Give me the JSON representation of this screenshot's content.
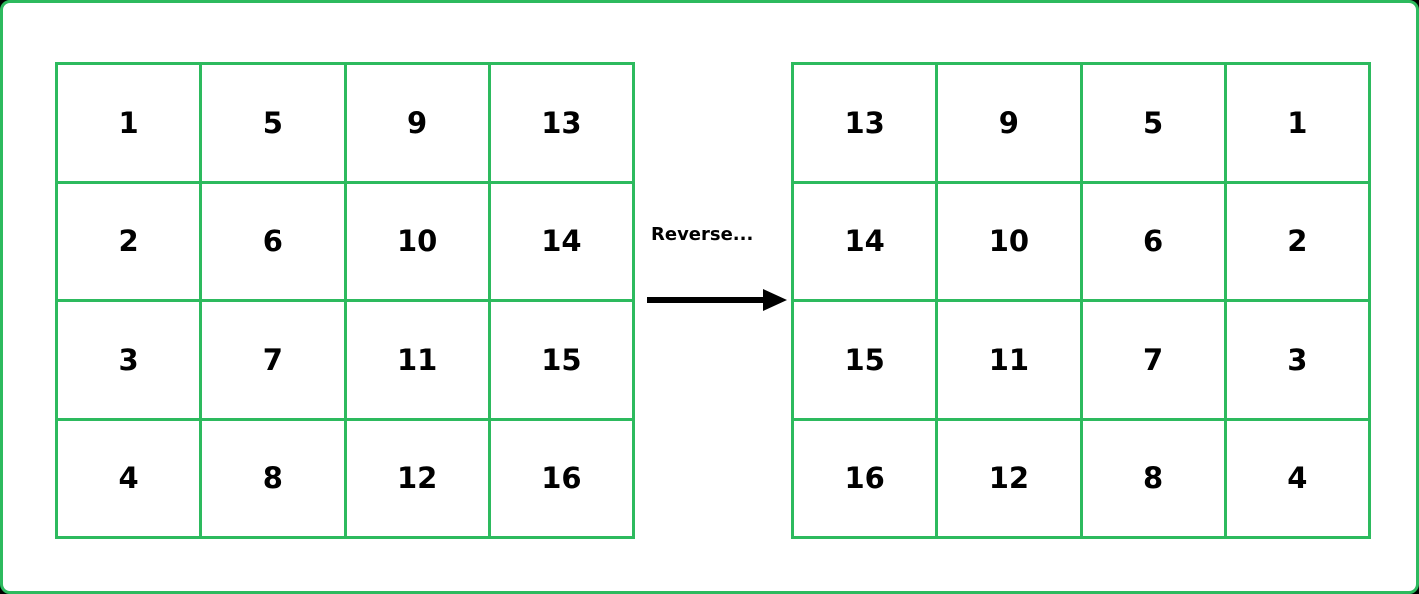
{
  "left_matrix": [
    [
      "1",
      "5",
      "9",
      "13"
    ],
    [
      "2",
      "6",
      "10",
      "14"
    ],
    [
      "3",
      "7",
      "11",
      "15"
    ],
    [
      "4",
      "8",
      "12",
      "16"
    ]
  ],
  "right_matrix": [
    [
      "13",
      "9",
      "5",
      "1"
    ],
    [
      "14",
      "10",
      "6",
      "2"
    ],
    [
      "15",
      "11",
      "7",
      "3"
    ],
    [
      "16",
      "12",
      "8",
      "4"
    ]
  ],
  "arrow": {
    "label": "Reverse..."
  },
  "colors": {
    "grid_line": "#2dba5e",
    "text": "#000000",
    "background": "#ffffff",
    "arrow": "#000000"
  }
}
